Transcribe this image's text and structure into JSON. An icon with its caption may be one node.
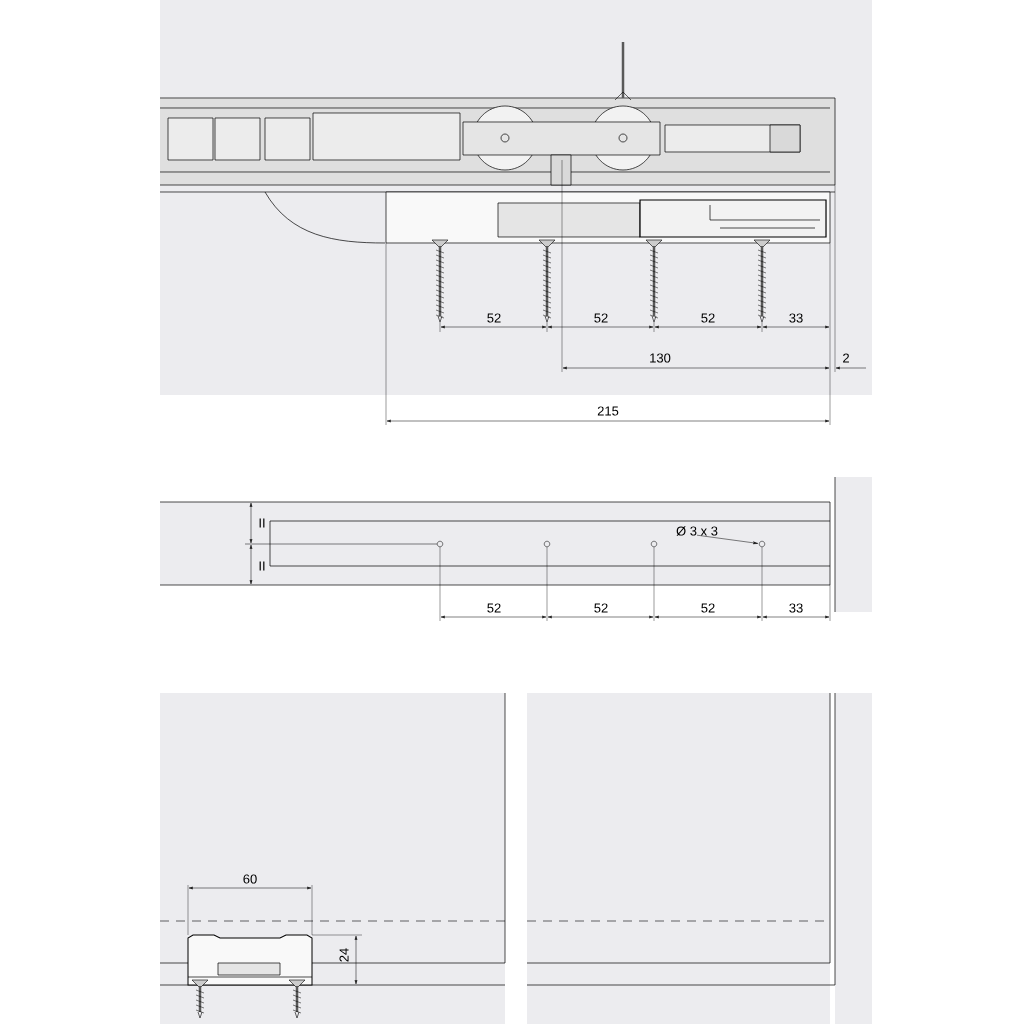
{
  "diagram": {
    "nodes": [
      {
        "text": [
          "Ø 3 x 3"
        ]
      },
      {
        "text": [],
        "shape": "circle"
      }
    ],
    "edges": [
      {
        "from": 0,
        "to": 1,
        "arrow": "to"
      }
    ],
    "labels": [
      "52",
      "52",
      "52",
      "33",
      "130",
      "2",
      "215",
      "II",
      "II",
      "52",
      "52",
      "52",
      "33",
      "60",
      "24"
    ]
  }
}
